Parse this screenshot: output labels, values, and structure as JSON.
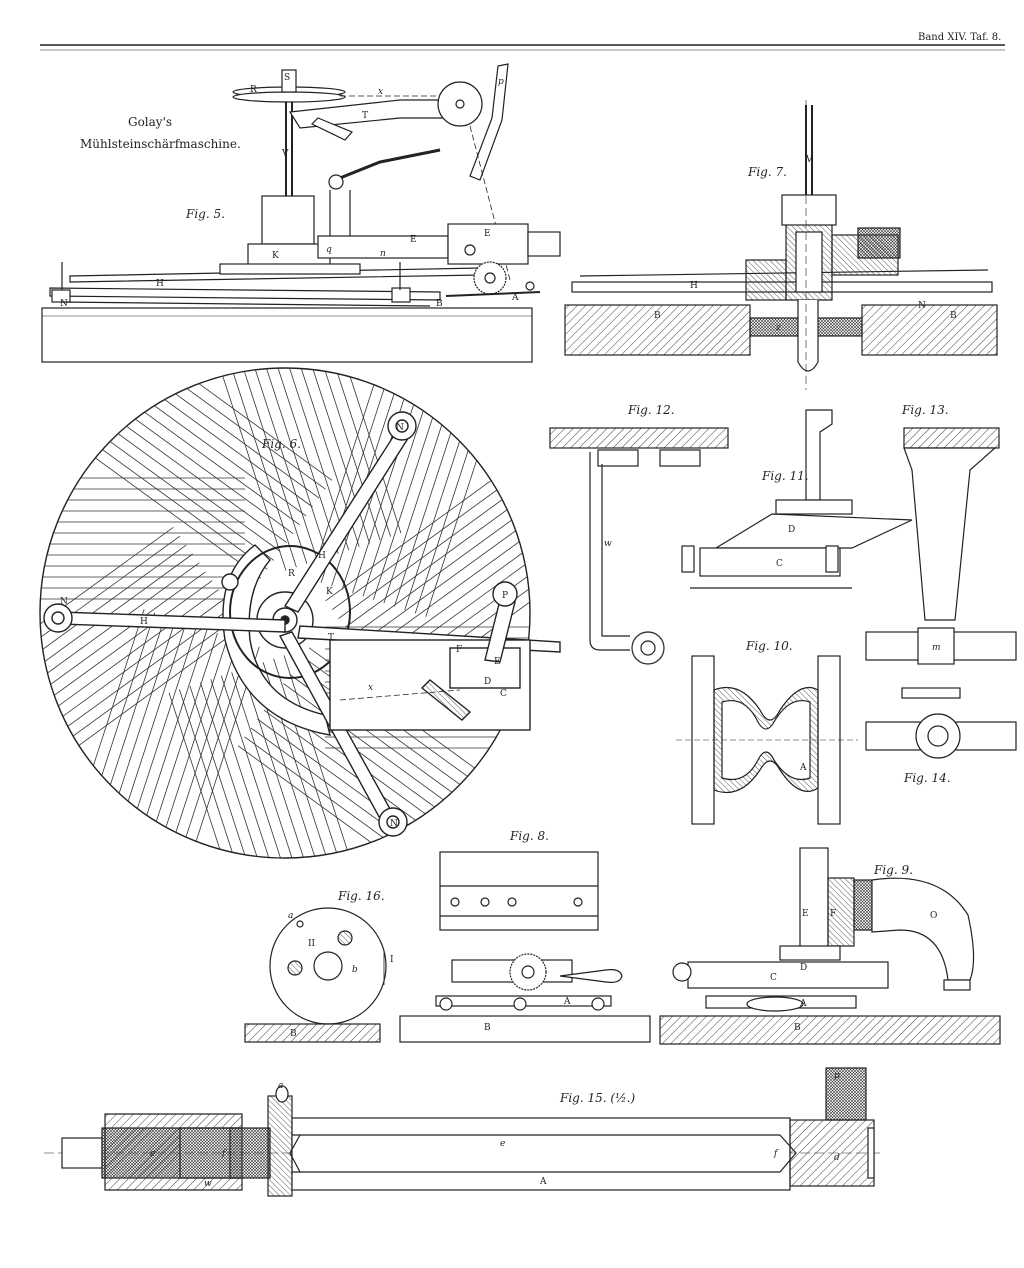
{
  "header": {
    "plate_ref": "Band XIV. Taf. 8."
  },
  "title": {
    "line1": "Golay's",
    "line2": "Mühlsteinschärfmaschine."
  },
  "figures": {
    "fig5": "Fig. 5.",
    "fig6": "Fig. 6.",
    "fig7": "Fig. 7.",
    "fig8": "Fig. 8.",
    "fig9": "Fig. 9.",
    "fig10": "Fig. 10.",
    "fig11": "Fig. 11.",
    "fig12": "Fig. 12.",
    "fig13": "Fig. 13.",
    "fig14": "Fig. 14.",
    "fig15": "Fig. 15. (½.)",
    "fig16": "Fig. 16."
  },
  "letters": {
    "S": "S",
    "R": "R",
    "V": "V",
    "T": "T",
    "K": "K",
    "E": "E",
    "H": "H",
    "N": "N",
    "B": "B",
    "P": "P",
    "F": "F",
    "D": "D",
    "C": "C",
    "A": "A",
    "O": "O",
    "I": "I",
    "II": "II",
    "x": "x",
    "z": "z",
    "q": "q",
    "p": "p",
    "n": "n",
    "e": "e",
    "f": "f",
    "d": "d",
    "w": "w",
    "a": "a",
    "b": "b",
    "m": "m"
  },
  "colors": {
    "ink": "#222222",
    "paper": "#ffffff",
    "hatch": "#444444"
  }
}
